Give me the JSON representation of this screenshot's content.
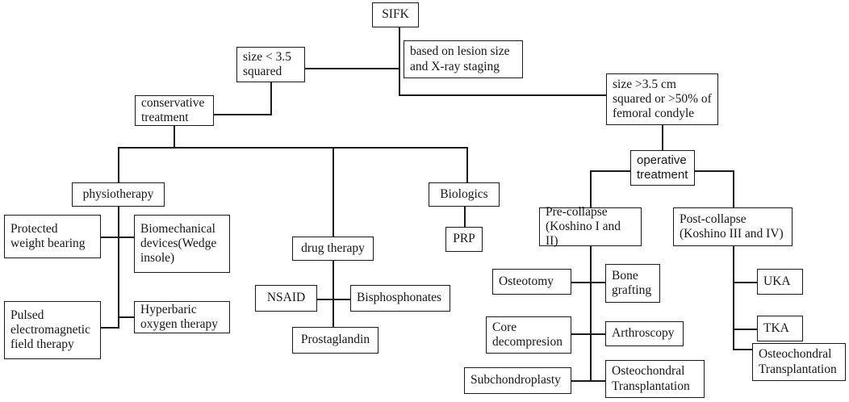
{
  "diagram": {
    "title": "SIFK treatment algorithm",
    "type": "flowchart",
    "background_color": "#ffffff",
    "line_color": "#1a1a1a",
    "text_color": "#161616",
    "nodes": {
      "sifk": "SIFK",
      "based_on": "based on lesion size\nand X-ray staging",
      "size_small": "size < 3.5\nsquared",
      "size_large": "size >3.5 cm\nsquared or >50% of\nfemoral condyle",
      "conservative": "conservative\ntreatment",
      "operative": "operative\ntreatment",
      "physiotherapy": "physiotherapy",
      "protected_weight": "Protected\nweight bearing",
      "biomechanical": "Biomechanical\ndevices(Wedge\ninsole)",
      "pulsed": "Pulsed\nelectromagnetic\nfield therapy",
      "hyperbaric": "Hyperbaric\noxygen therapy",
      "drug_therapy": "drug therapy",
      "nsaid": "NSAID",
      "bisphosphonates": "Bisphosphonates",
      "prostaglandin": "Prostaglandin",
      "biologics": "Biologics",
      "prp": "PRP",
      "pre_collapse": "Pre-collapse\n(Koshino I and II)",
      "post_collapse": "Post-collapse\n(Koshino III and IV)",
      "osteotomy": "Osteotomy",
      "bone_grafting": "Bone\ngrafting",
      "core_decompression": "Core\ndecompresion",
      "arthroscopy": "Arthroscopy",
      "subchondroplasty": "Subchondroplasty",
      "osteochondral_left": "Osteochondral\nTransplantation",
      "uka": "UKA",
      "tka": "TKA",
      "osteochondral_right": "Osteochondral\nTransplantation"
    }
  }
}
